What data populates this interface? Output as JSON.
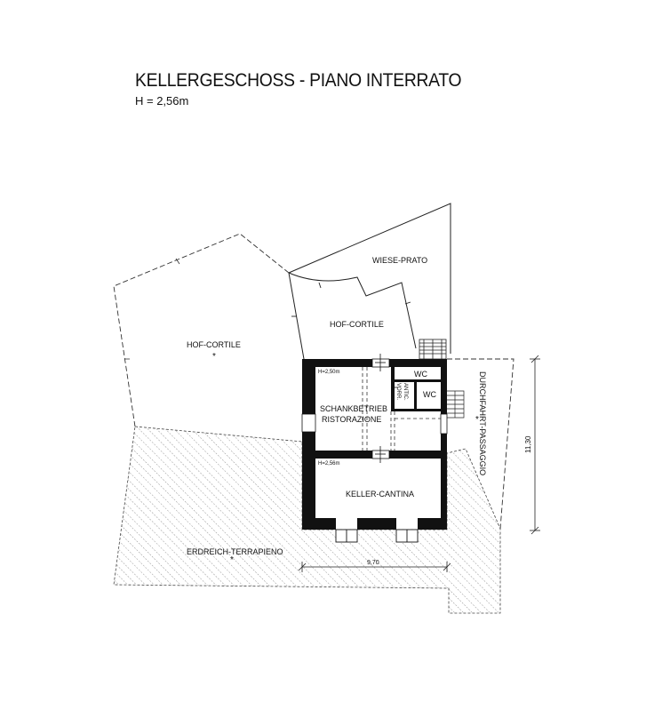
{
  "header": {
    "title": "KELLERGESCHOSS - PIANO INTERRATO",
    "height_note": "H = 2,56m"
  },
  "labels": {
    "hof_cortile_west": "HOF-CORTILE",
    "wiese_prato": "WIESE-PRATO",
    "hof_cortile_north": "HOF-CORTILE",
    "wc_upper": "WC",
    "wc_lower": "WC",
    "vorr": "VORR.",
    "antic": "ANTIC.",
    "schankbetrieb": "SCHANKBETRIEB",
    "ristorazione": "RISTORAZIONE",
    "keller_cantina": "KELLER-CANTINA",
    "h_upper": "H=2,50m",
    "h_lower": "H=2,56m",
    "durchfahrt": "DURCHFAHRT-PASSAGGIO",
    "erdreich": "ERDREICH-TERRAPIENO",
    "dim_height": "11,30",
    "dim_width": "9,70"
  },
  "colors": {
    "wall": "#111111",
    "line": "#222222",
    "hatch": "#555555"
  }
}
